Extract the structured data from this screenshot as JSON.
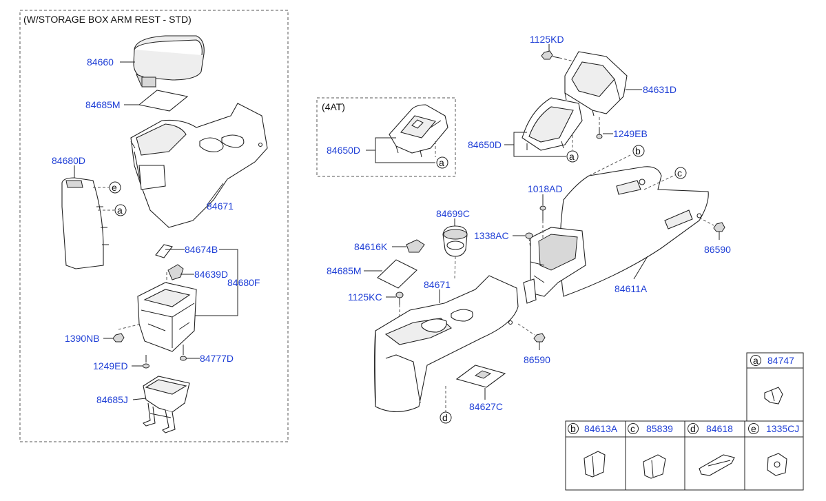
{
  "sections": {
    "storage_box": "(W/STORAGE BOX ARM REST - STD)",
    "at": "(4AT)"
  },
  "labels": {
    "p84660": "84660",
    "p84685M_a": "84685M",
    "p84680D": "84680D",
    "p84671_a": "84671",
    "p84674B": "84674B",
    "p84639D": "84639D",
    "p84680F": "84680F",
    "p1390NB": "1390NB",
    "p1249ED": "1249ED",
    "p84777D": "84777D",
    "p84685J": "84685J",
    "p84650D_a": "84650D",
    "p84650D_b": "84650D",
    "p1125KD": "1125KD",
    "p84631D": "84631D",
    "p1249EB": "1249EB",
    "p1018AD": "1018AD",
    "p1338AC": "1338AC",
    "p86590_a": "86590",
    "p84611A": "84611A",
    "p84699C": "84699C",
    "p84616K": "84616K",
    "p84685M_b": "84685M",
    "p84671_b": "84671",
    "p1125KC": "1125KC",
    "p86590_b": "86590",
    "p84627C": "84627C"
  },
  "callouts": {
    "a": "a",
    "b": "b",
    "c": "c",
    "d": "d",
    "e": "e"
  },
  "legend": [
    {
      "letter": "a",
      "part": "84747"
    },
    {
      "letter": "b",
      "part": "84613A"
    },
    {
      "letter": "c",
      "part": "85839"
    },
    {
      "letter": "d",
      "part": "84618"
    },
    {
      "letter": "e",
      "part": "1335CJ"
    }
  ]
}
